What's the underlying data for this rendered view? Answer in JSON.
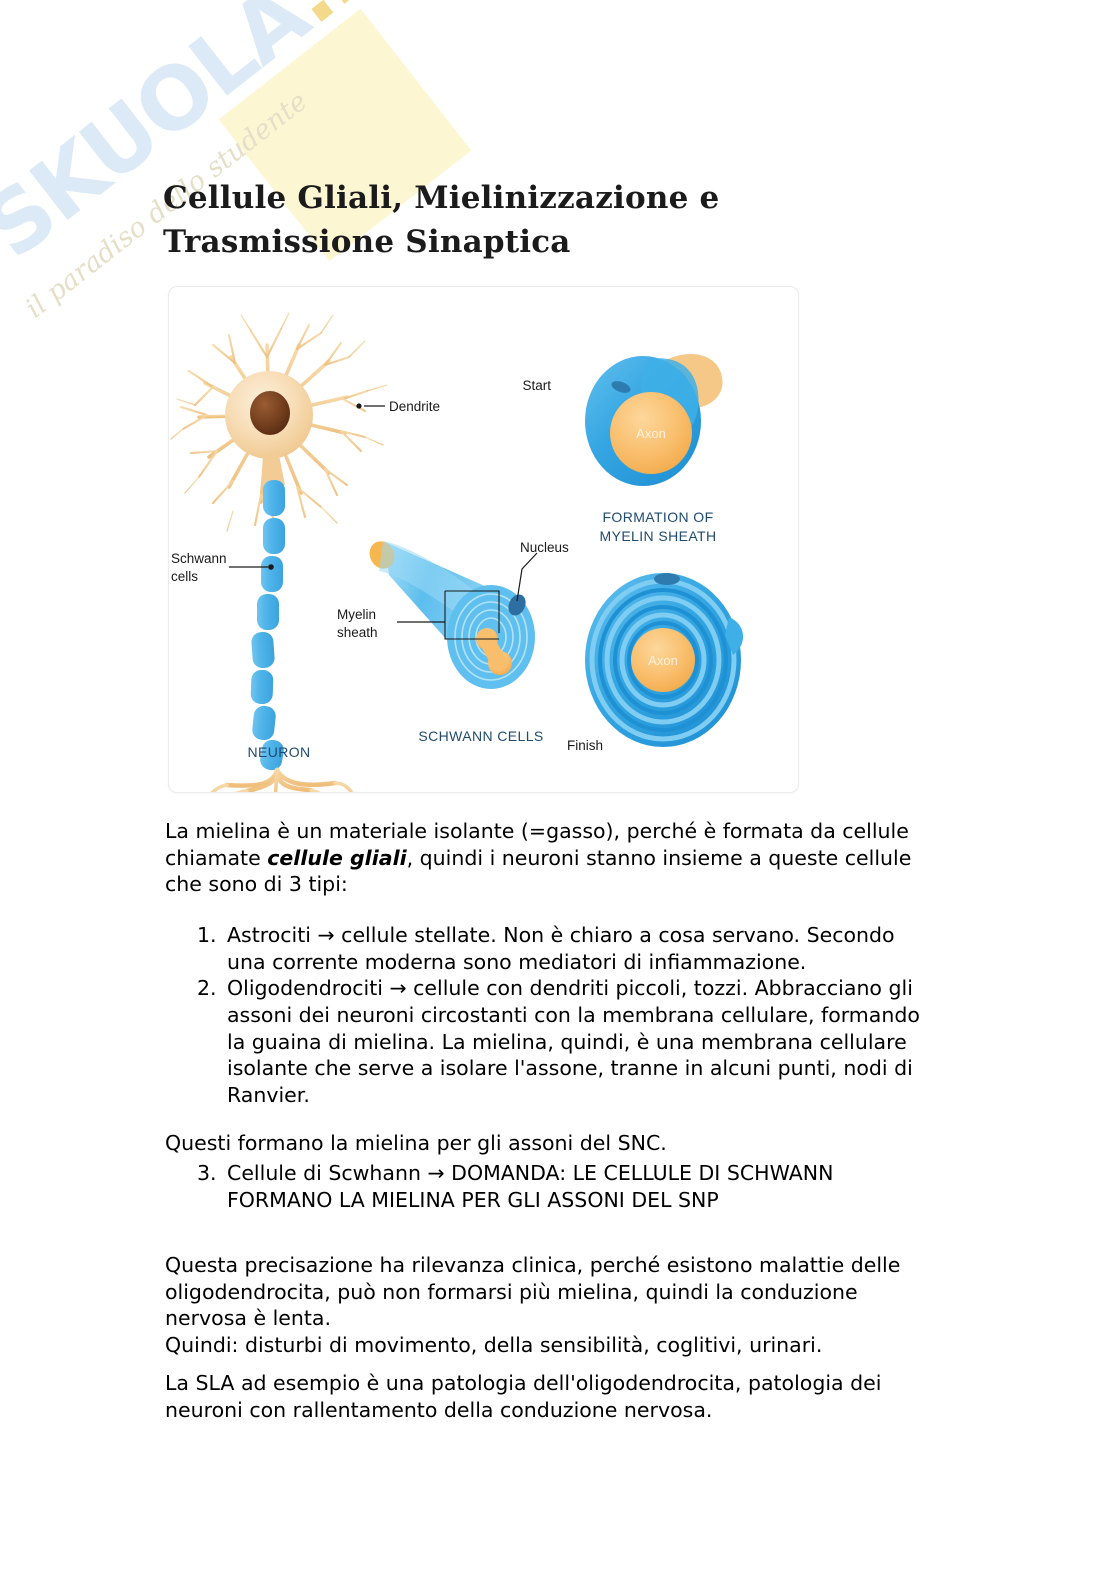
{
  "watermark": {
    "brand_main": "SKUOLA",
    "brand_suffix": ".net",
    "tagline": "il paradiso dello studente"
  },
  "document": {
    "title_line1": "Cellule Gliali, Mielinizzazione e",
    "title_line2": "Trasmissione Sinaptica"
  },
  "figure": {
    "name": "myelination-diagram",
    "labels": {
      "dendrite": "Dendrite",
      "schwann_cells_line1": "Schwann",
      "schwann_cells_line2": "cells",
      "myelin_sheath_line1": "Myelin",
      "myelin_sheath_line2": "sheath",
      "nucleus": "Nucleus",
      "start": "Start",
      "finish": "Finish",
      "axon": "Axon"
    },
    "captions": {
      "neuron": "NEURON",
      "schwann_cells": "SCHWANN CELLS",
      "formation_line1": "FORMATION OF",
      "formation_line2": "MYELIN SHEATH"
    },
    "colors": {
      "blue_mid": "#3FAFE8",
      "blue_dark": "#1E92D6",
      "blue_light": "#8FD4F4",
      "orange": "#F9BE6C",
      "orange_dark": "#F0A93F",
      "soma": "#F6DAB1",
      "nucleus_brown": "#6E3C20",
      "caption_blue": "#1f4b6e"
    }
  },
  "content": {
    "intro": {
      "part1": "La mielina è un materiale isolante (=gasso), perché è formata da cellule chiamate ",
      "emphasis": "cellule gliali",
      "part2": ", quindi i neuroni stanno insieme a queste cellule che sono di 3 tipi:"
    },
    "list_first": [
      {
        "num": "1.",
        "text": "Astrociti → cellule stellate. Non è chiaro a cosa servano. Secondo una corrente moderna sono mediatori di infiammazione."
      },
      {
        "num": "2.",
        "text": "Oligodendrociti → cellule con dendriti piccoli, tozzi. Abbracciano gli assoni dei neuroni circostanti con la membrana cellulare, formando la guaina di mielina. La mielina, quindi, è una membrana cellulare isolante che serve a isolare l'assone, tranne in alcuni punti, nodi di Ranvier."
      }
    ],
    "snc_note": "Questi formano la mielina per gli assoni del SNC.",
    "list_second": [
      {
        "num": "3.",
        "text": "Cellule di Scwhann → DOMANDA: LE CELLULE DI SCHWANN FORMANO LA MIELINA PER GLI ASSONI DEL SNP"
      }
    ],
    "clinical": "Questa precisazione ha rilevanza clinica, perché esistono malattie delle oligodendrocita, può non formarsi più mielina, quindi la conduzione nervosa è lenta.\nQuindi: disturbi di movimento, della sensibilità, coglitivi, urinari.",
    "sla": "La SLA ad esempio è una patologia dell'oligodendrocita, patologia dei neuroni con rallentamento della conduzione nervosa."
  }
}
